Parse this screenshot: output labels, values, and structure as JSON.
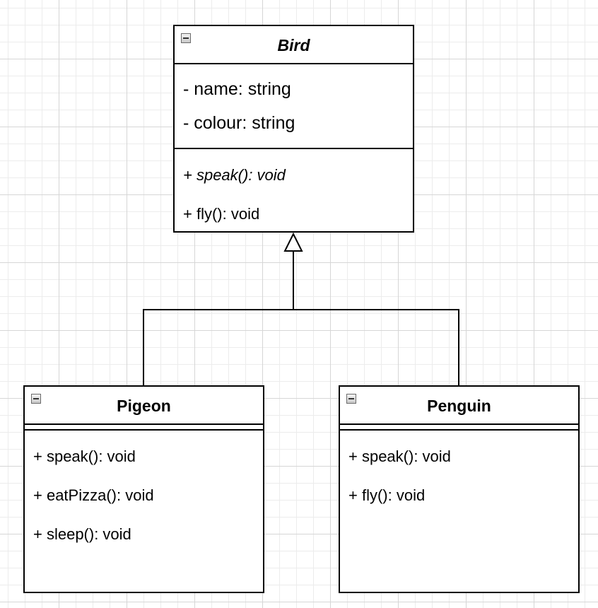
{
  "diagram": {
    "classes": {
      "bird": {
        "name": "Bird",
        "abstract": true,
        "attributes": [
          "- name: string",
          "- colour: string"
        ],
        "operations": [
          {
            "label": "+ speak(): void",
            "abstract": true
          },
          {
            "label": "+ fly(): void",
            "abstract": false
          }
        ]
      },
      "pigeon": {
        "name": "Pigeon",
        "attributes": [],
        "operations": [
          "+ speak(): void",
          "+ eatPizza(): void",
          "+ sleep(): void"
        ]
      },
      "penguin": {
        "name": "Penguin",
        "attributes": [],
        "operations": [
          "+ speak(): void",
          "+ fly(): void"
        ]
      }
    },
    "relationships": [
      {
        "type": "generalization",
        "from": "Pigeon",
        "to": "Bird"
      },
      {
        "type": "generalization",
        "from": "Penguin",
        "to": "Bird"
      }
    ],
    "icons": [
      "collapse-icon"
    ],
    "colors": {
      "line": "#000000",
      "grid": "#d6d6d6",
      "background": "#ffffff"
    }
  }
}
